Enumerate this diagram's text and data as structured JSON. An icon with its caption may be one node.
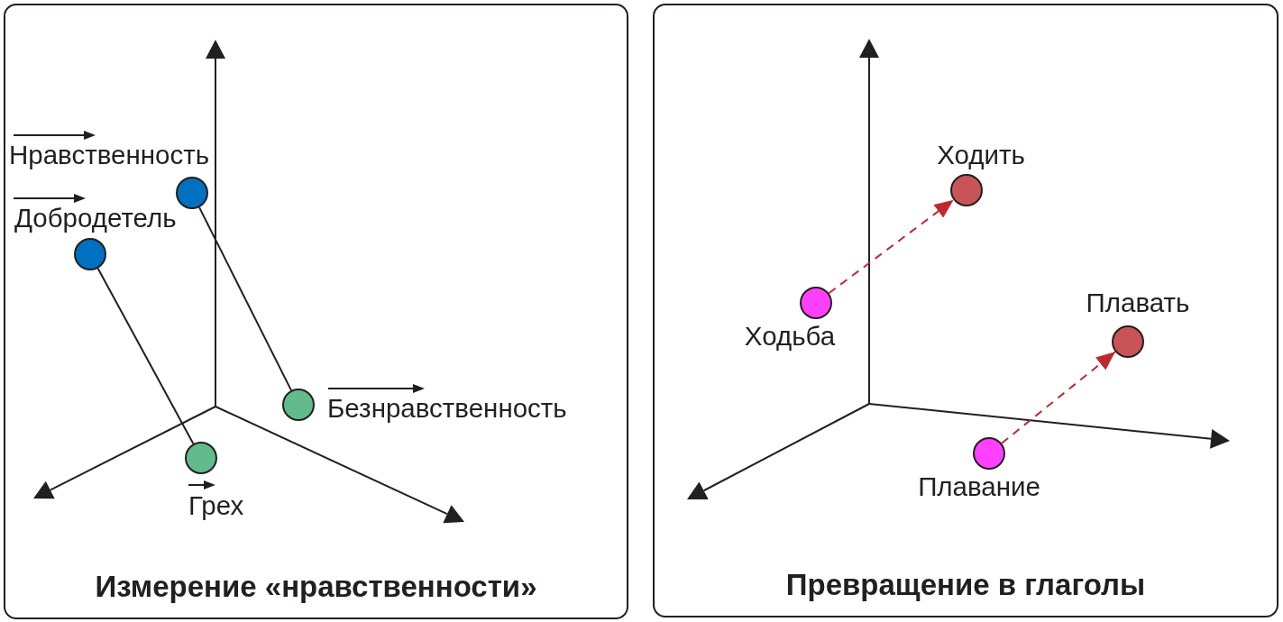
{
  "diagram": {
    "nodes": [
      {
        "text": [
          "Измерение «нравственности»"
        ]
      },
      {
        "text": [],
        "shape": "circle",
        "in": 0,
        "beside": [
          "Нравственность"
        ]
      },
      {
        "text": [],
        "shape": "circle",
        "in": 0,
        "beside": [
          "Добродетель"
        ]
      },
      {
        "text": [],
        "shape": "circle",
        "in": 0,
        "beside": [
          "Безнравственность"
        ]
      },
      {
        "text": [],
        "shape": "circle",
        "in": 0,
        "beside": [
          "Грех"
        ]
      },
      {
        "text": [
          "Превращение в глаголы"
        ]
      },
      {
        "text": [],
        "shape": "circle",
        "in": 5,
        "beside": [
          "Ходить"
        ]
      },
      {
        "text": [],
        "shape": "circle",
        "in": 5,
        "beside": [
          "Ходьба"
        ]
      },
      {
        "text": [],
        "shape": "circle",
        "in": 5,
        "beside": [
          "Плавать"
        ]
      },
      {
        "text": [],
        "shape": "circle",
        "in": 5,
        "beside": [
          "Плавание"
        ]
      }
    ],
    "edges": [
      {
        "from": 1,
        "to": 3,
        "arrow": "none"
      },
      {
        "from": 2,
        "to": 4,
        "arrow": "none"
      },
      {
        "from": 7,
        "to": 6,
        "arrow": "to",
        "style": "dashed",
        "color": "#c0282e"
      },
      {
        "from": 9,
        "to": 8,
        "arrow": "to",
        "style": "dashed",
        "color": "#c0282e"
      }
    ]
  }
}
